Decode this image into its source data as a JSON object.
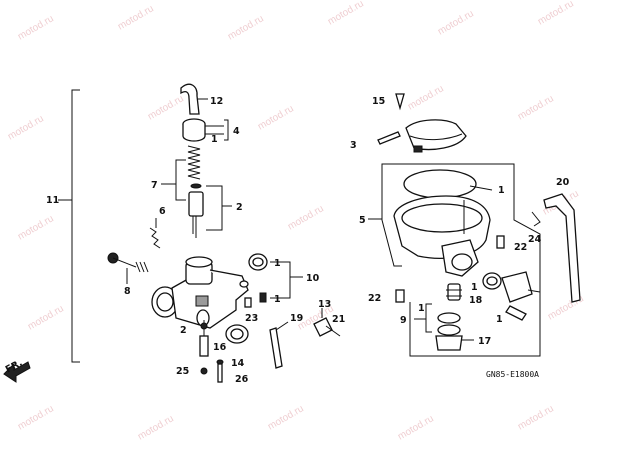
{
  "watermark": "motod.ru",
  "diagram_code": "GN85-E1800A",
  "front_marker": "FR.",
  "callouts": {
    "c1": "1",
    "c2": "2",
    "c3": "3",
    "c4": "4",
    "c5": "5",
    "c6": "6",
    "c7": "7",
    "c8": "8",
    "c9": "9",
    "c10": "10",
    "c11": "11",
    "c12": "12",
    "c13": "13",
    "c14": "14",
    "c15": "15",
    "c16": "16",
    "c17": "17",
    "c18": "18",
    "c19": "19",
    "c20": "20",
    "c21": "21",
    "c22": "22",
    "c23": "23",
    "c24": "24",
    "c25": "25",
    "c26": "26"
  }
}
